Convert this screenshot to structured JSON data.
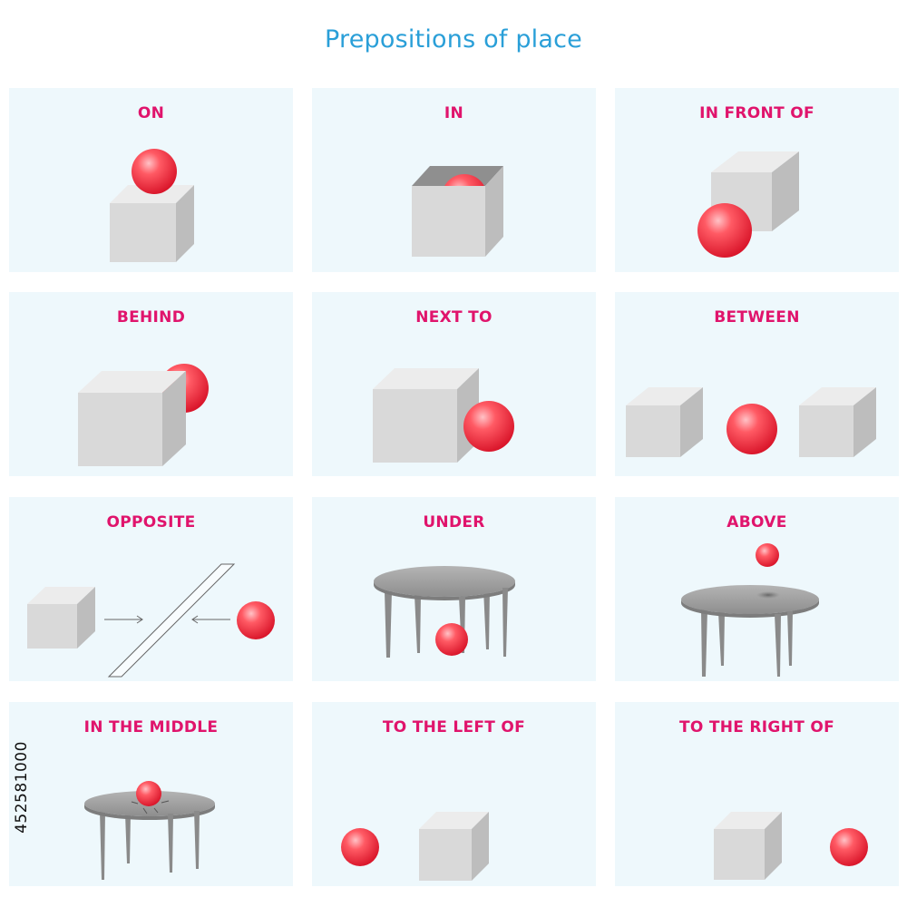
{
  "title": "Prepositions of place",
  "stock_id": "452581000",
  "panels": [
    {
      "label": "ON"
    },
    {
      "label": "IN"
    },
    {
      "label": "IN FRONT OF"
    },
    {
      "label": "BEHIND"
    },
    {
      "label": "NEXT TO"
    },
    {
      "label": "BETWEEN"
    },
    {
      "label": "OPPOSITE"
    },
    {
      "label": "UNDER"
    },
    {
      "label": "ABOVE"
    },
    {
      "label": "IN THE MIDDLE"
    },
    {
      "label": "TO THE LEFT OF"
    },
    {
      "label": "TO THE RIGHT OF"
    }
  ],
  "colors": {
    "title": "#2a9fd8",
    "label": "#e0146c",
    "panel_bg": "#eef8fc",
    "ball": "#f0303c",
    "cube": "#d8d8d8",
    "table": "#999999"
  }
}
